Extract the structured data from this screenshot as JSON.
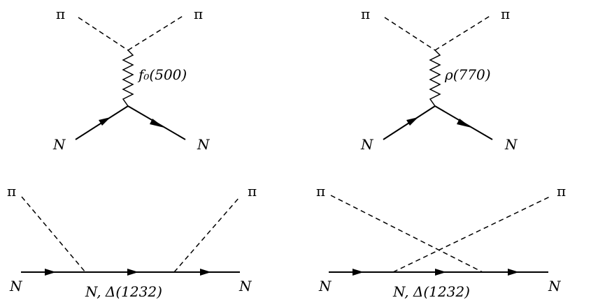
{
  "diagrams": [
    {
      "exchange_label": "f₀(500)",
      "top_left": "π",
      "top_right": "π",
      "bottom_left": "N",
      "bottom_right": "N"
    },
    {
      "exchange_label": "ρ(770)",
      "top_left": "π",
      "top_right": "π",
      "bottom_left": "N",
      "bottom_right": "N"
    },
    {
      "propagator_label": "N, Δ(1232)",
      "top_left": "π",
      "top_right": "π",
      "bottom_left": "N",
      "bottom_right": "N"
    },
    {
      "propagator_label": "N, Δ(1232)",
      "top_left": "π",
      "top_right": "π",
      "bottom_left": "N",
      "bottom_right": "N"
    }
  ]
}
